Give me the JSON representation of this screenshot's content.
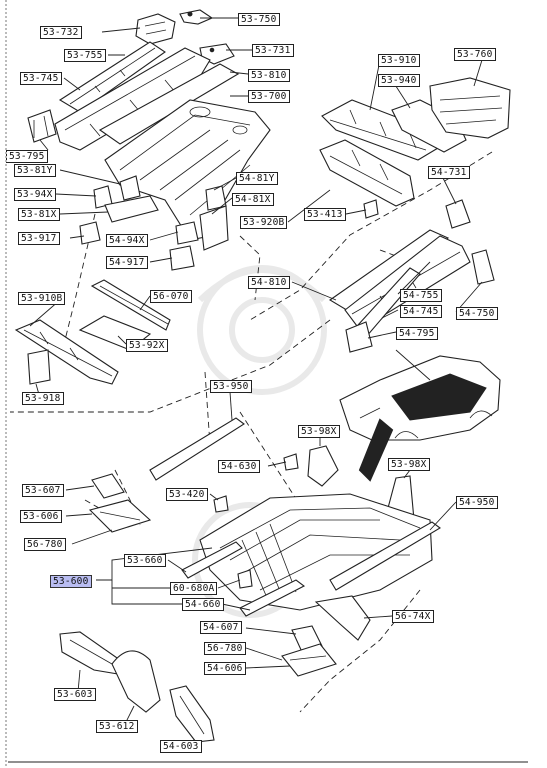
{
  "labels": {
    "p53_732": "53-732",
    "p53_750": "53-750",
    "p53_755": "53-755",
    "p53_731": "53-731",
    "p53_745": "53-745",
    "p53_810": "53-810",
    "p53_700": "53-700",
    "p53_795": "53-795",
    "p53_81Y": "53-81Y",
    "p53_94X": "53-94X",
    "p53_81X": "53-81X",
    "p53_917": "53-917",
    "p54_94X": "54-94X",
    "p54_917": "54-917",
    "p54_81Y": "54-81Y",
    "p54_81X": "54-81X",
    "p53_920B": "53-920B",
    "p53_413": "53-413",
    "p53_910": "53-910",
    "p53_940": "53-940",
    "p53_760": "53-760",
    "p54_731": "54-731",
    "p54_810": "54-810",
    "p54_755": "54-755",
    "p54_745": "54-745",
    "p54_750": "54-750",
    "p54_795": "54-795",
    "p53_910B": "53-910B",
    "p56_070": "56-070",
    "p53_92X": "53-92X",
    "p53_918": "53-918",
    "p53_950": "53-950",
    "p53_98X_a": "53-98X",
    "p53_98X_b": "53-98X",
    "p54_630": "54-630",
    "p53_607": "53-607",
    "p53_420": "53-420",
    "p54_950": "54-950",
    "p53_606": "53-606",
    "p56_780_a": "56-780",
    "p53_660": "53-660",
    "p53_600": "53-600",
    "p60_680A": "60-680A",
    "p54_660": "54-660",
    "p56_74X": "56-74X",
    "p54_607": "54-607",
    "p56_780_b": "56-780",
    "p54_606": "54-606",
    "p53_603": "53-603",
    "p53_612": "53-612",
    "p54_603": "54-603"
  },
  "colors": {
    "line": "#222222",
    "highlight": "#b9bdf2",
    "watermark": "#e9e9e9"
  }
}
